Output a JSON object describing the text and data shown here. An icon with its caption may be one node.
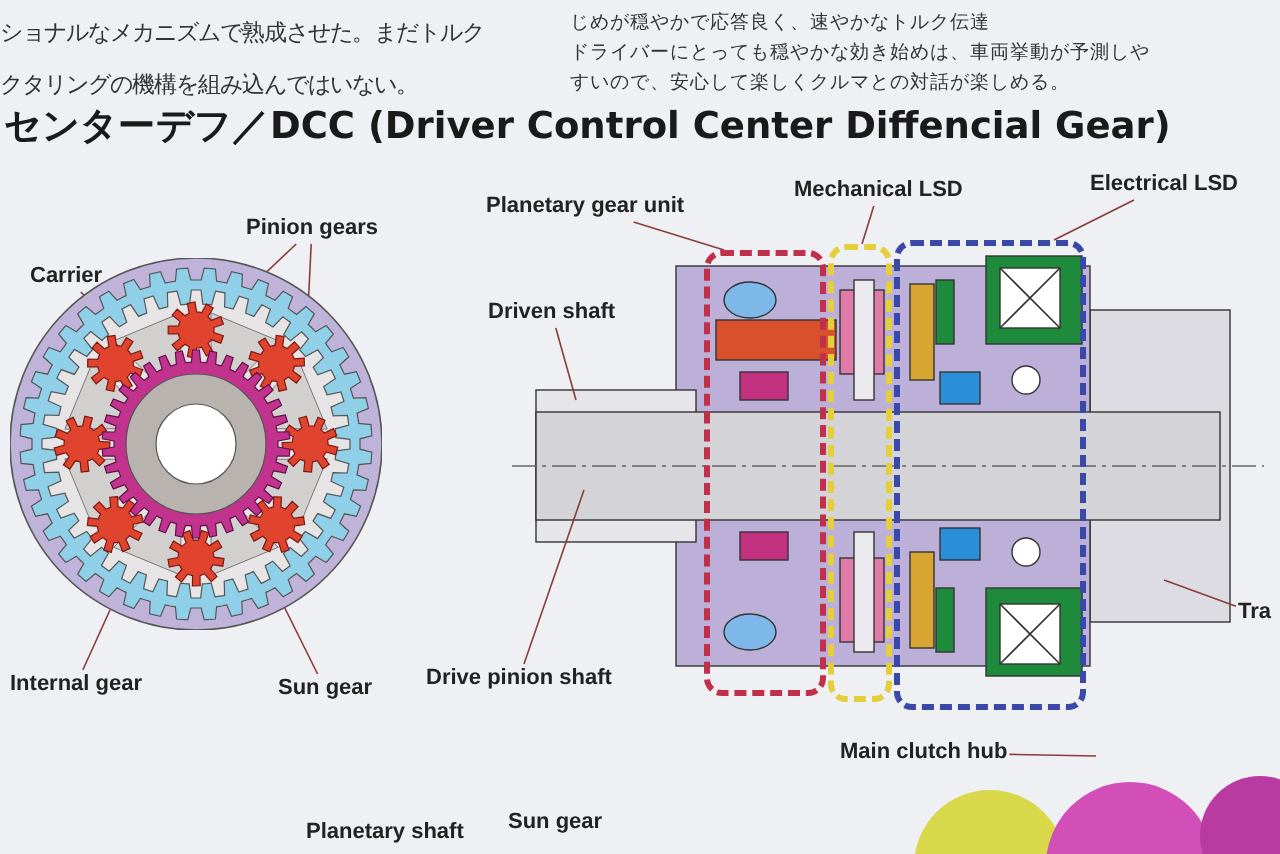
{
  "diagram": {
    "title": "センターデフ／DCC (Driver Control Center Diffencial Gear)",
    "nodes": [
      {
        "text": [
          "Carrier"
        ]
      },
      {
        "text": [
          "Pinion gears"
        ]
      },
      {
        "text": [
          "Internal gear"
        ]
      },
      {
        "text": [
          "Sun gear"
        ]
      },
      {
        "text": [
          "Planetary gear unit"
        ]
      },
      {
        "text": [
          "Mechanical LSD"
        ]
      },
      {
        "text": [
          "Electrical LSD"
        ]
      },
      {
        "text": [],
        "shape": "box"
      },
      {
        "text": [],
        "shape": "box"
      },
      {
        "text": [],
        "shape": "box"
      },
      {
        "text": [
          "Driven shaft"
        ]
      },
      {
        "text": [
          "Drive pinion shaft"
        ]
      },
      {
        "text": [
          "Tra"
        ]
      },
      {
        "text": [
          "Main clutch hub"
        ]
      },
      {
        "text": [],
        "shape": "picture"
      },
      {
        "text": [],
        "shape": "picture"
      }
    ],
    "edges": [
      {
        "from": 0,
        "to": 15,
        "arrow": "none"
      },
      {
        "from": 1,
        "to": 15,
        "arrow": "none"
      },
      {
        "from": 1,
        "to": 15,
        "arrow": "none"
      },
      {
        "from": 2,
        "to": 15,
        "arrow": "none"
      },
      {
        "from": 3,
        "to": 15,
        "arrow": "none"
      },
      {
        "from": 4,
        "to": 7,
        "arrow": "none"
      },
      {
        "from": 5,
        "to": 8,
        "arrow": "none"
      },
      {
        "from": 6,
        "to": 9,
        "arrow": "none"
      },
      {
        "from": 10,
        "to": null,
        "arrow": "none"
      },
      {
        "from": 11,
        "to": null,
        "arrow": "none"
      },
      {
        "from": 12,
        "to": null,
        "arrow": "none"
      },
      {
        "from": 13,
        "to": 14,
        "arrow": "none"
      }
    ],
    "labels": [
      "ショナルなメカニズムで熟成させた。まだトルク",
      "クタリングの機構を組み込んではいない。",
      "じめが穏やかで応答良く、速やかなトルク伝達",
      "ドライバーにとっても穏やかな効き始めは、車両挙動が予測しや",
      "すいので、安心して楽しくクルマとの対話が楽しめる。",
      "Planetary shaft",
      "Sun gear"
    ]
  }
}
